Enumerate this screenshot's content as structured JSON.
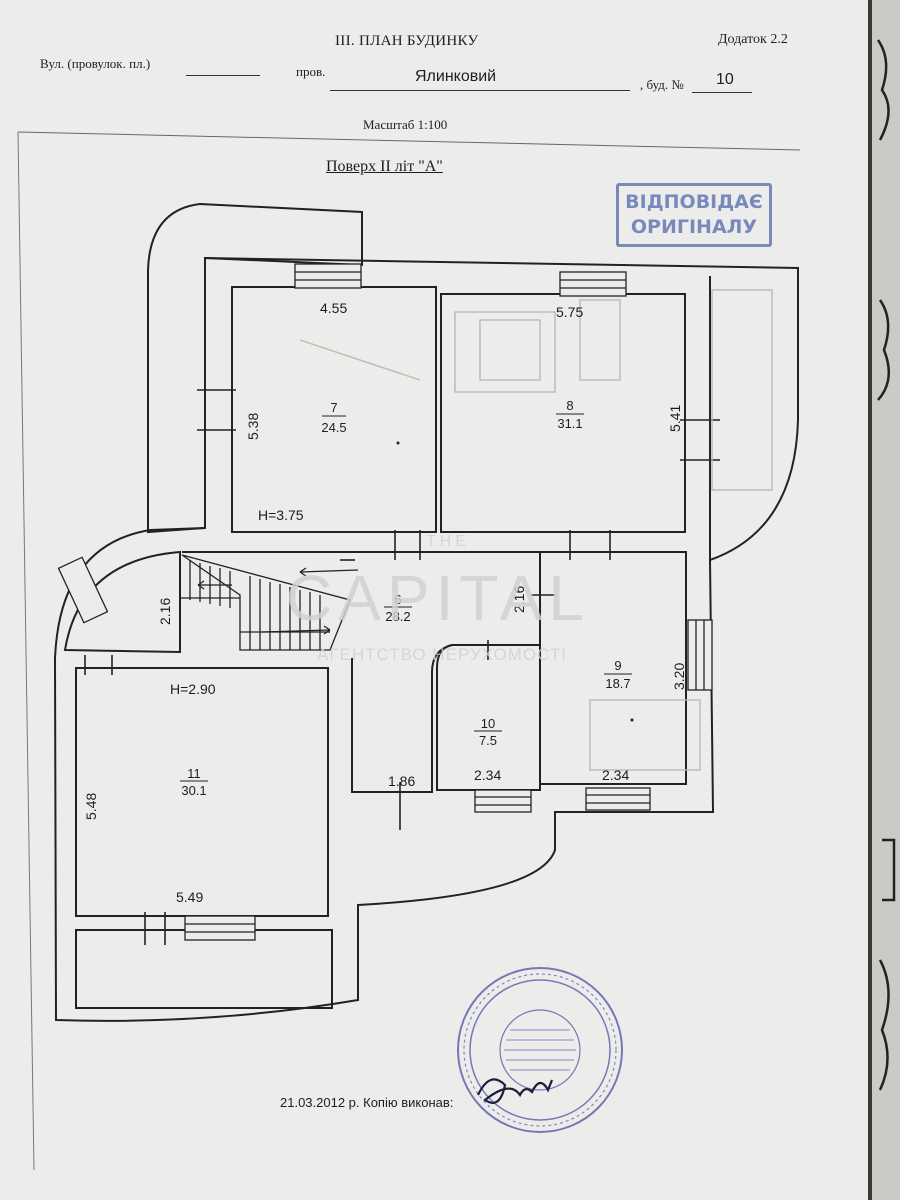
{
  "header": {
    "title": "III. ПЛАН БУДИНКУ",
    "annex": "Додаток 2.2",
    "street_label": "Вул. (провулок. пл.)",
    "lane_label": "пров.",
    "lane_name": "Ялинковий",
    "house_label": ", буд. №",
    "house_number": "10",
    "scale": "Масштаб 1:100",
    "floor": "Поверх II літ \"А\""
  },
  "stamp_original": {
    "line1": "ВІДПОВІДАЄ",
    "line2": "ОРИГІНАЛУ"
  },
  "watermark": {
    "small": "THE",
    "big": "CAPITAL",
    "sub": "АГЕНТСТВО НЕРУХОМОСТІ"
  },
  "plan": {
    "dimensions": {
      "room7_width": "4.55",
      "room7_height": "5.38",
      "room8_width": "5.75",
      "room8_height": "5.41",
      "stair_height": "2.16",
      "room6_inner_height": "2.16",
      "room9_height": "3.20",
      "room11_height": "5.48",
      "room11_width": "5.49",
      "room6_bottom_width": "1.86",
      "room10_width": "2.34",
      "room9_width": "2.34"
    },
    "ceiling_heights": {
      "upper": "H=3.75",
      "lower": "H=2.90"
    },
    "rooms": [
      {
        "number": "7",
        "area": "24.5"
      },
      {
        "number": "8",
        "area": "31.1"
      },
      {
        "number": "6",
        "area": "28.2"
      },
      {
        "number": "9",
        "area": "18.7"
      },
      {
        "number": "10",
        "area": "7.5"
      },
      {
        "number": "11",
        "area": "30.1"
      }
    ]
  },
  "footer": {
    "date_text": "21.03.2012 р. Копію виконав:"
  },
  "colors": {
    "paper": "#ecedeb",
    "ink": "#1d1d1d",
    "stamp_blue": "#6d7fb6",
    "seal_purple": "#5a5aa8"
  }
}
